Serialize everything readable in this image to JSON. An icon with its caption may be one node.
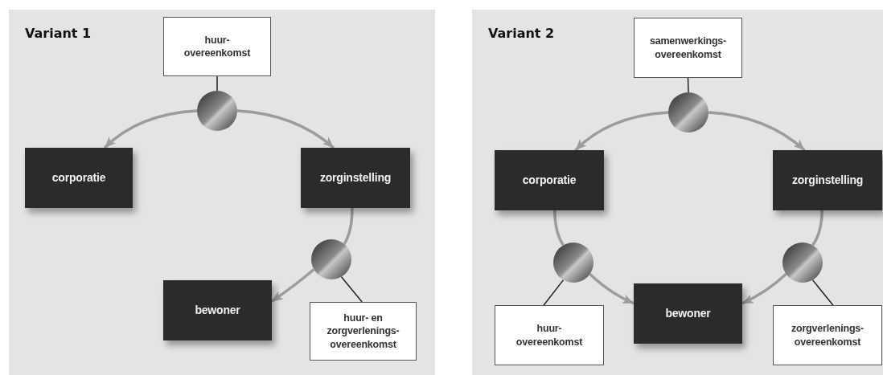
{
  "diagram": {
    "nodes": [
      {
        "text": [
          "Variant 1"
        ]
      },
      {
        "text": [
          "huur- overeenkomst"
        ],
        "in": 0
      },
      {
        "text": [],
        "shape": "circle",
        "in": 0
      },
      {
        "text": [
          "corporatie"
        ],
        "in": 0
      },
      {
        "text": [
          "zorginstelling"
        ],
        "in": 0
      },
      {
        "text": [],
        "shape": "circle",
        "in": 0
      },
      {
        "text": [
          "bewoner"
        ],
        "in": 0
      },
      {
        "text": [
          "huur- en zorgverlenings- overeenkomst"
        ],
        "in": 0
      },
      {
        "text": [
          "Variant 2"
        ]
      },
      {
        "text": [
          "samenwerkings- overeenkomst"
        ],
        "in": 8
      },
      {
        "text": [],
        "shape": "circle",
        "in": 8
      },
      {
        "text": [
          "corporatie"
        ],
        "in": 8
      },
      {
        "text": [
          "zorginstelling"
        ],
        "in": 8
      },
      {
        "text": [],
        "shape": "circle",
        "in": 8
      },
      {
        "text": [],
        "shape": "circle",
        "in": 8
      },
      {
        "text": [
          "bewoner"
        ],
        "in": 8
      },
      {
        "text": [
          "huur- overeenkomst"
        ],
        "in": 8
      },
      {
        "text": [
          "zorgverlenings- overeenkomst"
        ],
        "in": 8
      }
    ],
    "edges": [
      {
        "from": 1,
        "to": 2,
        "arrow": "none",
        "color": "#222222"
      },
      {
        "from": 2,
        "to": 3,
        "arrow": "to"
      },
      {
        "from": 2,
        "to": 4,
        "arrow": "to"
      },
      {
        "from": 4,
        "to": 5,
        "arrow": "none"
      },
      {
        "from": 5,
        "to": 6,
        "arrow": "to"
      },
      {
        "from": 5,
        "to": 7,
        "arrow": "none",
        "color": "#222222"
      },
      {
        "from": 9,
        "to": 10,
        "arrow": "none",
        "color": "#222222"
      },
      {
        "from": 10,
        "to": 11,
        "arrow": "to"
      },
      {
        "from": 10,
        "to": 12,
        "arrow": "to"
      },
      {
        "from": 11,
        "to": 13,
        "arrow": "none"
      },
      {
        "from": 13,
        "to": 15,
        "arrow": "to"
      },
      {
        "from": 12,
        "to": 14,
        "arrow": "none"
      },
      {
        "from": 14,
        "to": 15,
        "arrow": "to"
      },
      {
        "from": 13,
        "to": 16,
        "arrow": "none",
        "color": "#222222"
      },
      {
        "from": 14,
        "to": 17,
        "arrow": "none",
        "color": "#222222"
      }
    ]
  }
}
